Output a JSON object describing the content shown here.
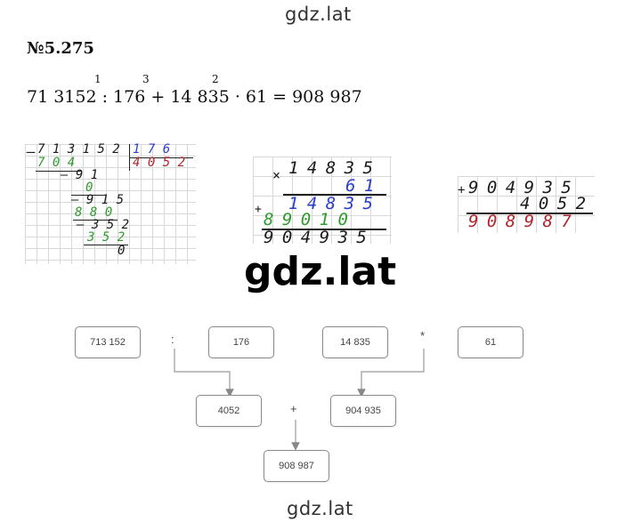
{
  "site_top": "gdz.lat",
  "site_bottom": "gdz.lat",
  "watermark": "gdz.lat",
  "task_number": "№5.275",
  "expression": {
    "text": "71 3152 : 176 + 14 835 · 61 = 908 987",
    "order_marks": [
      "1",
      "3",
      "2"
    ]
  },
  "division": {
    "minus": "–",
    "dividend": "7 1 3 1 5 2",
    "divisor": "1 7 6",
    "quotient": "4 0 5 2",
    "steps": [
      "7 0 4",
      "– 9 1",
      "0",
      "– 9 1 5",
      "8 8 0",
      "– 3 5 2",
      "3 5 2",
      "0"
    ]
  },
  "multiplication": {
    "sign": "×",
    "plus": "+",
    "multiplicand": "1 4 8 3 5",
    "multiplier": "6 1",
    "partial1": "1 4 8 3 5",
    "partial2": "8 9 0 1 0",
    "result": "9 0 4 9 3 5"
  },
  "addition": {
    "plus": "+",
    "term1": "9 0 4 9 3 5",
    "term2": "4 0 5 2",
    "sum": "9 0 8 9 8 7"
  },
  "flow": {
    "a": "713 152",
    "op1": ":",
    "b": "176",
    "c": "14 835",
    "op2": "*",
    "d": "61",
    "r1": "4052",
    "op3": "+",
    "r2": "904 935",
    "final": "908 987"
  }
}
